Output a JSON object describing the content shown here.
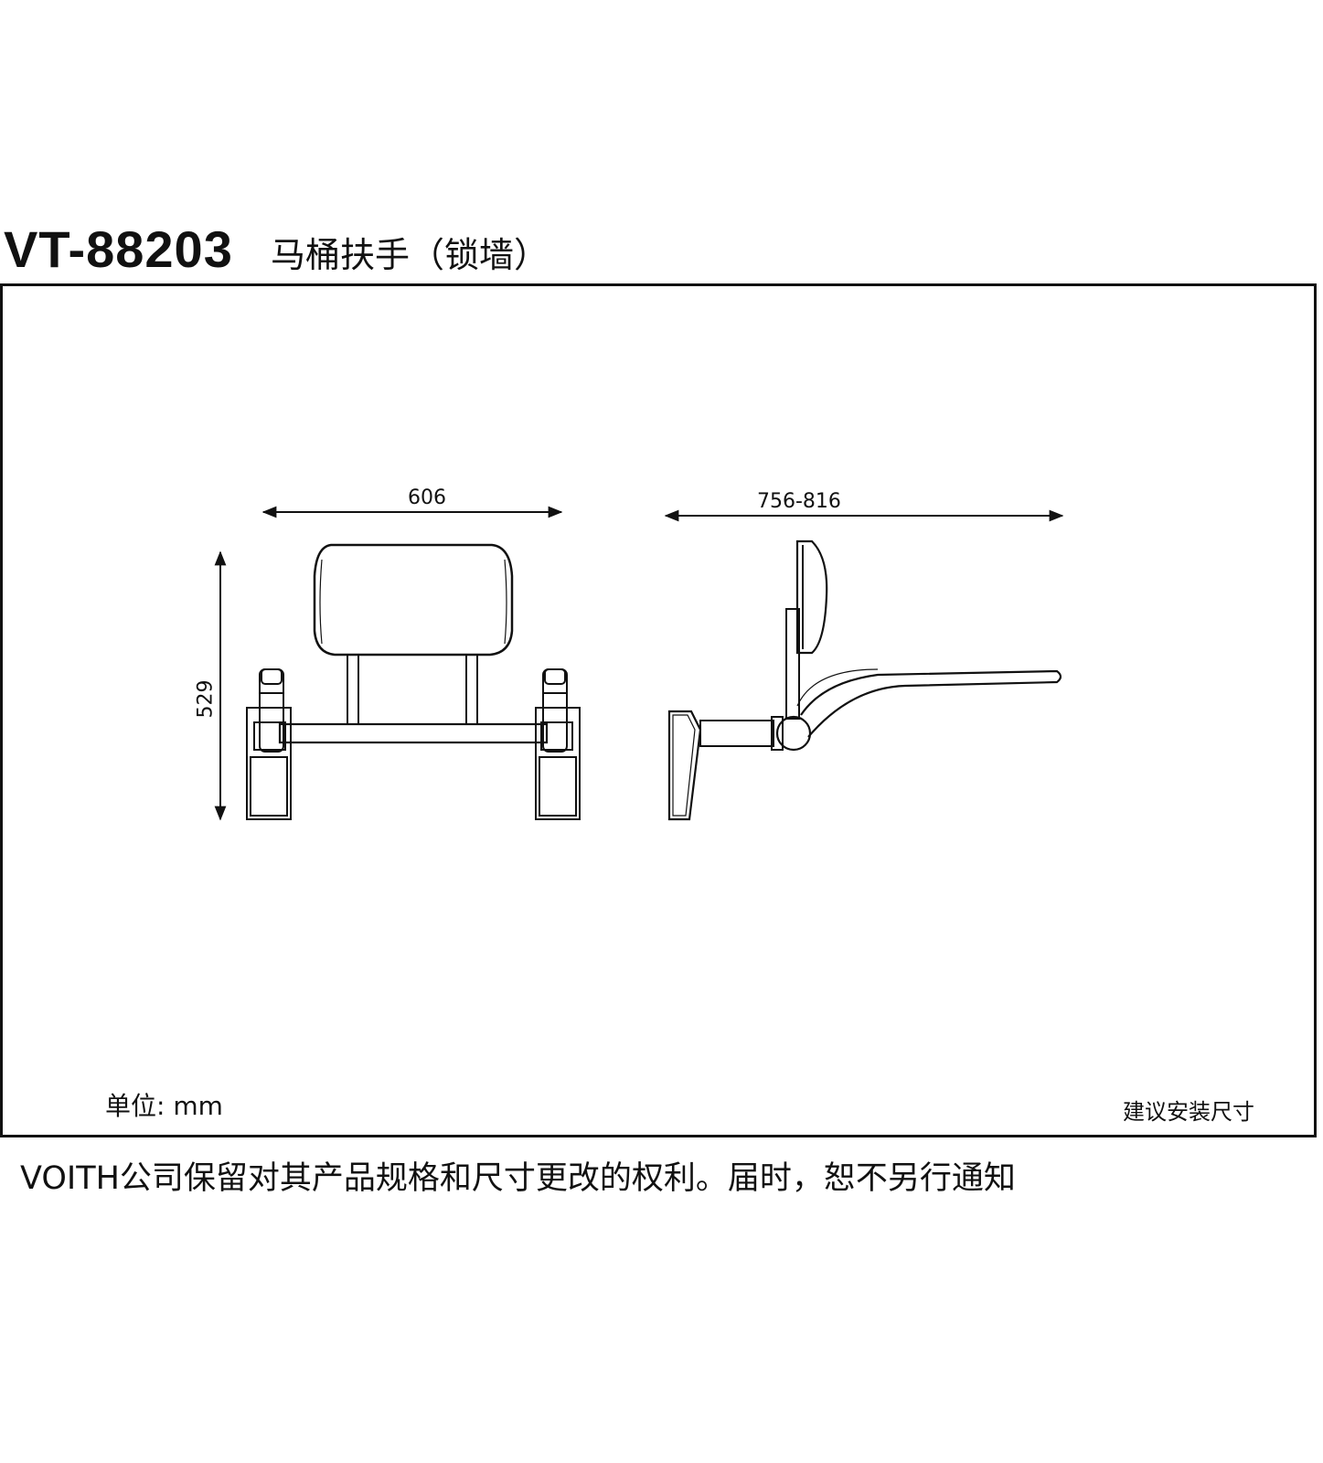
{
  "header": {
    "model": "VT-88203",
    "product_name": "马桶扶手（锁墙）"
  },
  "dimensions": {
    "width": "606",
    "height": "529",
    "depth": "756-816"
  },
  "unit_label": "单位: mm",
  "install_note": "建议安装尺寸",
  "footer_disclaimer": "VOITH公司保留对其产品规格和尺寸更改的权利。届时，恕不另行通知",
  "colors": {
    "line": "#111111",
    "background": "#ffffff"
  }
}
